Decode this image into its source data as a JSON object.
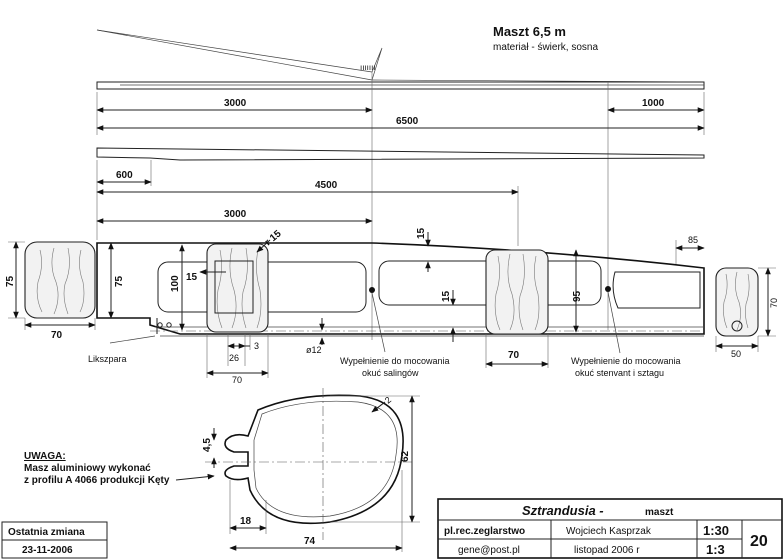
{
  "title": {
    "main": "Maszt 6,5 m",
    "material": "materiał - świerk, sosna"
  },
  "dimensions": {
    "top_3000": "3000",
    "top_1000": "1000",
    "top_6500": "6500",
    "mid_600": "600",
    "mid_4500": "4500",
    "mid_3000": "3000",
    "r15": "r 15",
    "d15_upper": "15",
    "d15_small": "15",
    "d15_lower": "15",
    "d85": "85",
    "h100": "100",
    "h95": "95",
    "d26": "26",
    "d3": "3",
    "d70_bottom": "70",
    "phi12": "ø12",
    "d70_right": "70",
    "sec_left_h": "75",
    "sec_left_w": "70",
    "mast_h75": "75",
    "sec_right_h": "70",
    "sec_right_w": "50",
    "profile_45": "4,5",
    "profile_2": "2",
    "profile_62": "62",
    "profile_18": "18",
    "profile_74": "74"
  },
  "labels": {
    "likszpara": "Likszpara",
    "fill_saling_1": "Wypełnienie do mocowania",
    "fill_saling_2": "okuć salingów",
    "fill_stenwant_1": "Wypełnienie do mocowania",
    "fill_stenwant_2": "okuć stenvant i sztagu",
    "vertical_marks": "ııııııı"
  },
  "note": {
    "heading": "UWAGA:",
    "line1": "Masz aluminiowy wykonać",
    "line2": "z profilu A 4066 produkcji Kęty"
  },
  "last_change": {
    "label": "Ostatnia zmiana",
    "date": "23-11-2006"
  },
  "title_block": {
    "project": "Sztrandusia -",
    "part": "maszt",
    "site": "pl.rec.zeglarstwo",
    "author": "Wojciech Kasprzak",
    "scale1": "1:30",
    "sheet": "20",
    "email": "gene@post.pl",
    "date": "listopad 2006 r",
    "scale2": "1:3"
  }
}
